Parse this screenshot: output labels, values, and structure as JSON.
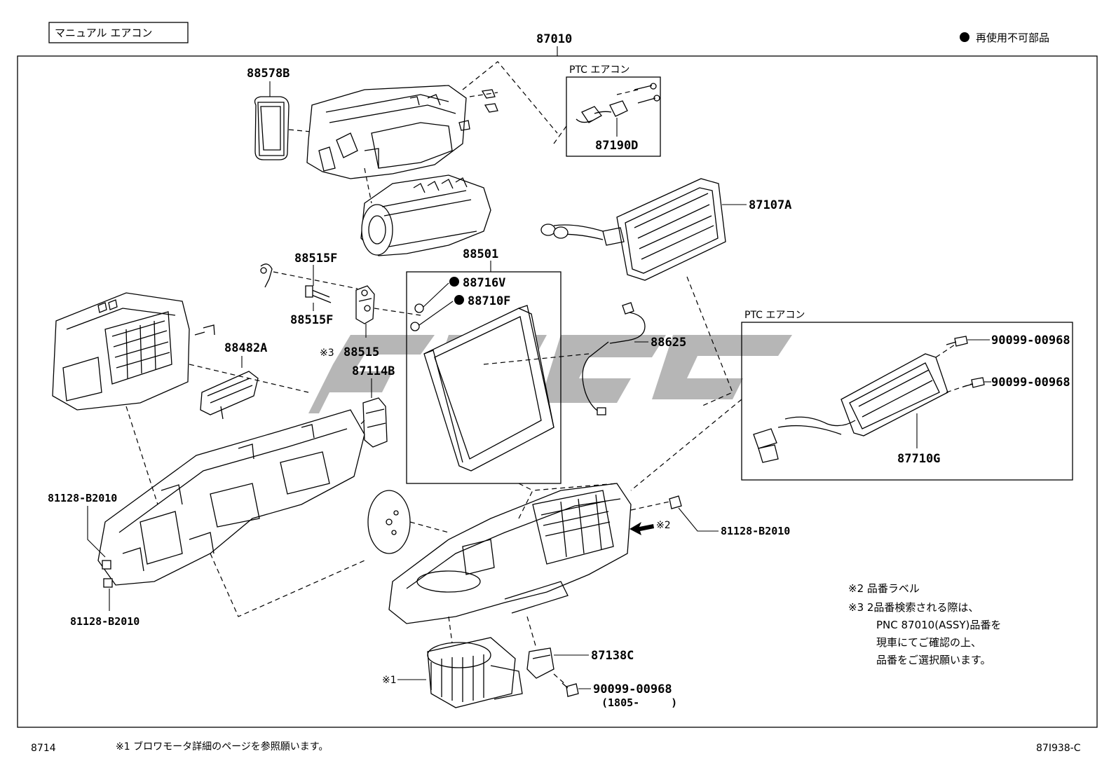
{
  "header": {
    "title_box": "マニュアル エアコン",
    "assembly_part": "87010",
    "legend": "再使用不可部品"
  },
  "callouts": {
    "p88578B": "88578B",
    "p87190D": "87190D",
    "p87107A": "87107A",
    "p88501": "88501",
    "p88716V": "88716V",
    "p88710F": "88710F",
    "p88515F_a": "88515F",
    "p88515F_b": "88515F",
    "p88515": "88515",
    "p88515_mark": "※3",
    "p88482A": "88482A",
    "p87114B": "87114B",
    "p88625": "88625",
    "p90099_a": "90099-00968",
    "p90099_b": "90099-00968",
    "p87710G": "87710G",
    "p81128_left_top": "81128-B2010",
    "p81128_left_bottom": "81128-B2010",
    "p81128_right": "81128-B2010",
    "mark2": "※2",
    "mark1": "※1",
    "p87138C": "87138C",
    "p90099_c": "90099-00968",
    "p90099_c_date": "(1805-　　　)"
  },
  "ptc_boxes": {
    "top_label": "PTC エアコン",
    "right_label": "PTC エアコン"
  },
  "notes": {
    "note2": "※2 品番ラベル",
    "note3_line1": "※3 2品番検索される際は、",
    "note3_line2": "PNC 87010(ASSY)品番を",
    "note3_line3": "現車にてご確認の上、",
    "note3_line4": "品番をご選択願います。"
  },
  "footer": {
    "page_code": "8714",
    "note1": "※1 ブロワモータ詳細のページを参照願います。",
    "figure_id": "87I938-C"
  },
  "colors": {
    "line": "#000000",
    "watermark": "#a9a9a9",
    "background": "#ffffff"
  }
}
